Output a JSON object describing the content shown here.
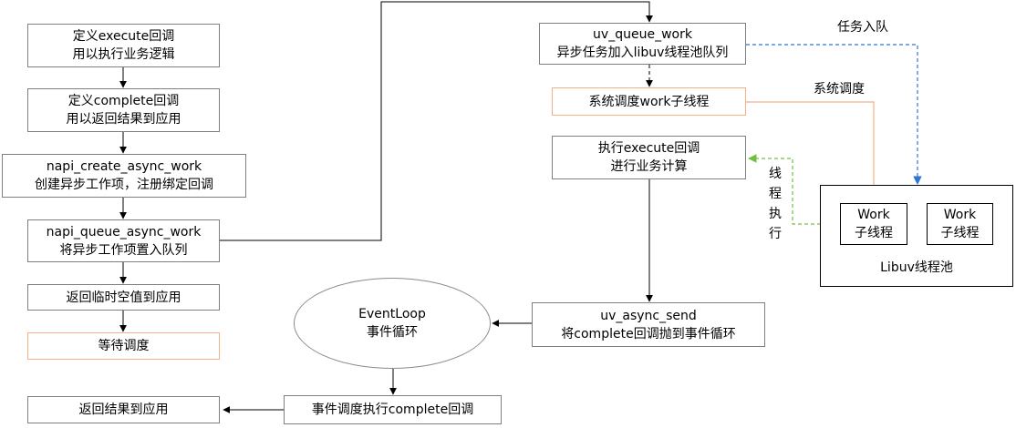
{
  "nodes": {
    "define_execute": {
      "line1": "定义execute回调",
      "line2": "用以执行业务逻辑"
    },
    "define_complete": {
      "line1": "定义complete回调",
      "line2": "用以返回结果到应用"
    },
    "create_async_work": {
      "line1": "napi_create_async_work",
      "line2": "创建异步工作项，注册绑定回调"
    },
    "queue_async_work": {
      "line1": "napi_queue_async_work",
      "line2": "将异步工作项置入队列"
    },
    "return_temp_null": {
      "line1": "返回临时空值到应用"
    },
    "wait_schedule": {
      "line1": "等待调度"
    },
    "return_result": {
      "line1": "返回结果到应用"
    },
    "uv_queue_work": {
      "line1": "uv_queue_work",
      "line2": "异步任务加入libuv线程池队列"
    },
    "schedule_work_thread": {
      "line1": "系统调度work子线程"
    },
    "run_execute": {
      "line1": "执行execute回调",
      "line2": "进行业务计算"
    },
    "uv_async_send": {
      "line1": "uv_async_send",
      "line2": "将complete回调抛到事件循环"
    },
    "event_loop": {
      "line1": "EventLoop",
      "line2": "事件循环"
    },
    "run_complete": {
      "line1": "事件调度执行complete回调"
    },
    "libuv_pool": {
      "label": "Libuv线程池"
    },
    "work_thread_1": {
      "line1": "Work",
      "line2": "子线程"
    },
    "work_thread_2": {
      "line1": "Work",
      "line2": "子线程"
    }
  },
  "edge_labels": {
    "enqueue": "任务入队",
    "system_schedule": "系统调度",
    "thread_exec": "线程执行"
  },
  "colors": {
    "box_border": "#7f7f7f",
    "highlight_border": "#f4b183",
    "enqueue_arrow": "#2e75d6",
    "schedule_arrow": "#f4b183",
    "thread_exec_arrow": "#70c040",
    "arrow": "#000000"
  }
}
